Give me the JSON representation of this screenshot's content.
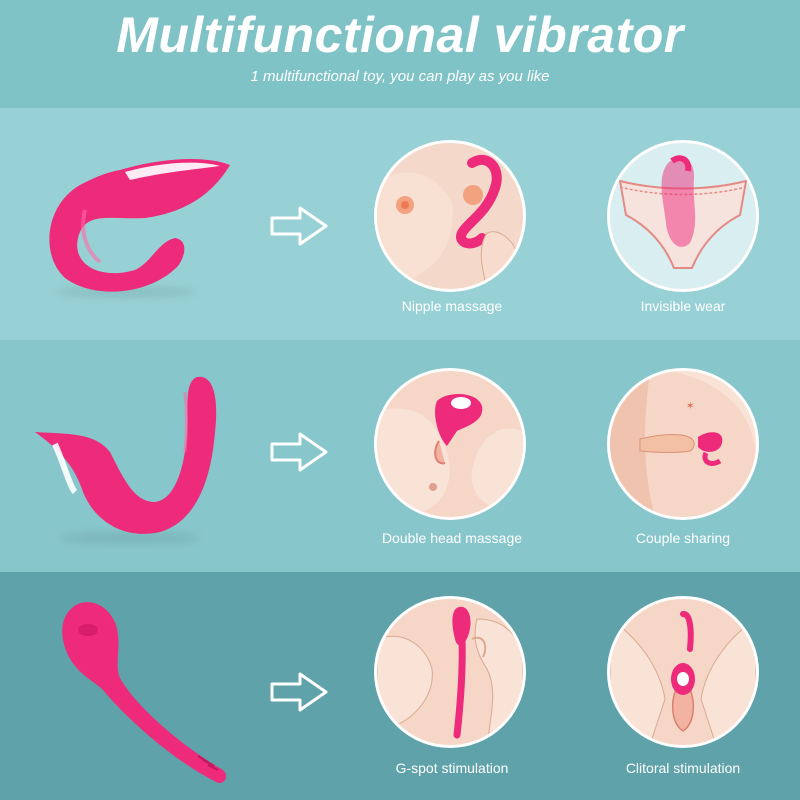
{
  "header": {
    "title": "Multifunctional vibrator",
    "subtitle": "1 multifunctional toy, you can play as you like"
  },
  "colors": {
    "product_pink": "#ee2a7b",
    "band_light": "#98d1d5",
    "band_mid": "#87c6cb",
    "band_dark": "#5fa2aa",
    "skin": "#f6d6c6"
  },
  "rows": [
    {
      "product_icon": "c-shaped-vibrator-icon",
      "left_caption": "Nipple massage",
      "right_caption": "Invisible wear"
    },
    {
      "product_icon": "u-shaped-vibrator-icon",
      "left_caption": "Double head massage",
      "right_caption": "Couple sharing"
    },
    {
      "product_icon": "egg-vibrator-icon",
      "left_caption": "G-spot stimulation",
      "right_caption": "Clitoral stimulation"
    }
  ]
}
